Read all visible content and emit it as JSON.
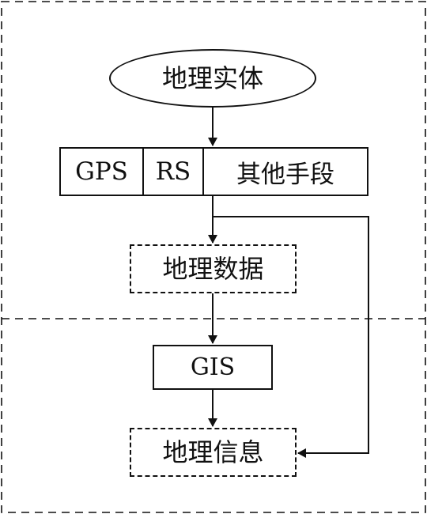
{
  "diagram": {
    "top": {
      "entity": "地理实体",
      "sources": {
        "gps": "GPS",
        "rs": "RS",
        "other": "其他手段"
      },
      "data": "地理数据"
    },
    "bottom": {
      "gis": "GIS",
      "info": "地理信息"
    }
  }
}
